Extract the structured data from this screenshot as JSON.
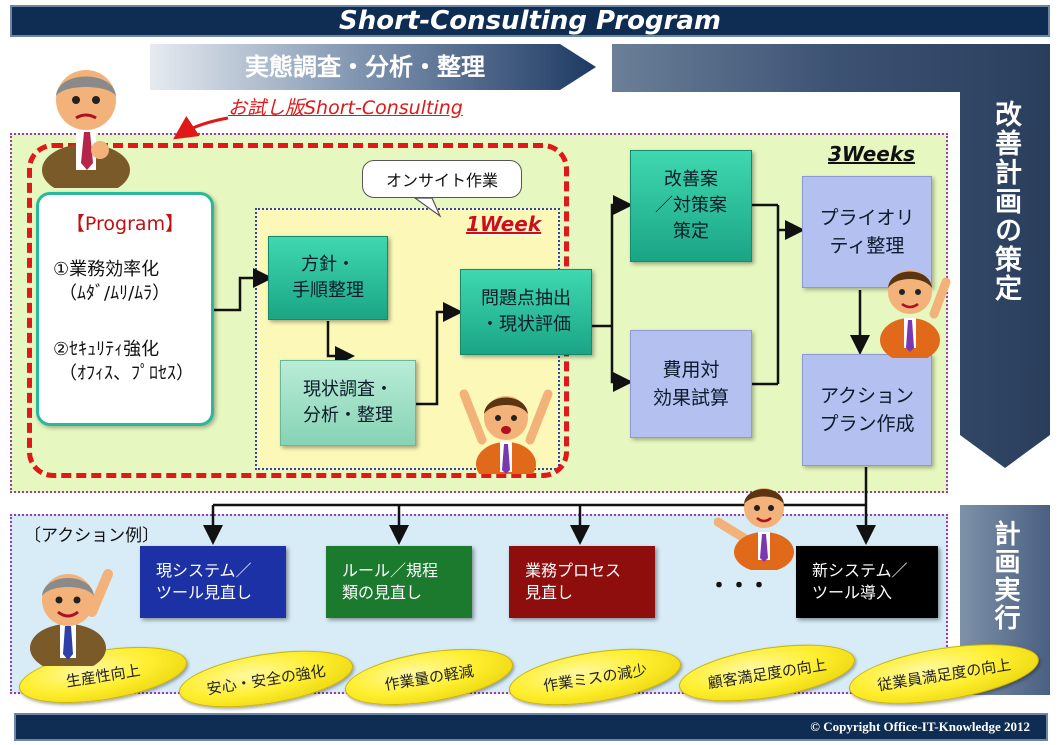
{
  "title": "Short-Consulting Program",
  "phase1": "実態調査・分析・整理",
  "trial_label": "お試し版Short-Consulting",
  "onsite_bubble": "オンサイト作業",
  "week1": "1Week",
  "weeks3": "3Weeks",
  "right_phase1": "改善計画の策定",
  "right_phase2": "計画実行",
  "program": {
    "heading": "【Program】",
    "item1_line1": "①業務効率化",
    "item1_line2": "（ﾑﾀﾞ/ﾑﾘ/ﾑﾗ）",
    "item2_line1": "②ｾｷｭﾘﾃｨ強化",
    "item2_line2": "（ｵﾌｨｽ、ﾌﾟﾛｾｽ）"
  },
  "steps": {
    "policy": "方針・\n手順整理",
    "survey": "現状調査・\n分析・整理",
    "problems": "問題点抽出\n・現状評価",
    "improvement": "改善案\n／対策案\n策定",
    "cost": "費用対\n効果試算",
    "priority": "プライオリ\nティ整理",
    "action_plan": "アクション\nプラン作成"
  },
  "action_example_label": "〔アクション例〕",
  "actions": {
    "system_review": "現システム／\nツール見直し",
    "rule_review": "ルール／規程\n類の見直し",
    "process_review": "業務プロセス\n見直し",
    "ellipsis": "・・・",
    "new_system": "新システム／\nツール導入"
  },
  "colors": {
    "navy": "#0f2c52",
    "action_blue": "#1d31a6",
    "action_green": "#1c7a2e",
    "action_red": "#8e0d0d",
    "action_black": "#000000",
    "area_yellow": "#e6f8bf",
    "area_blue": "#d7ecf7",
    "dashed_red": "#e01818"
  },
  "benefits": [
    "生産性向上",
    "安心・安全の強化",
    "作業量の軽減",
    "作業ミスの減少",
    "顧客満足度の向上",
    "従業員満足度の向上"
  ],
  "copyright": "©  Copyright   Office-IT-Knowledge 2012"
}
